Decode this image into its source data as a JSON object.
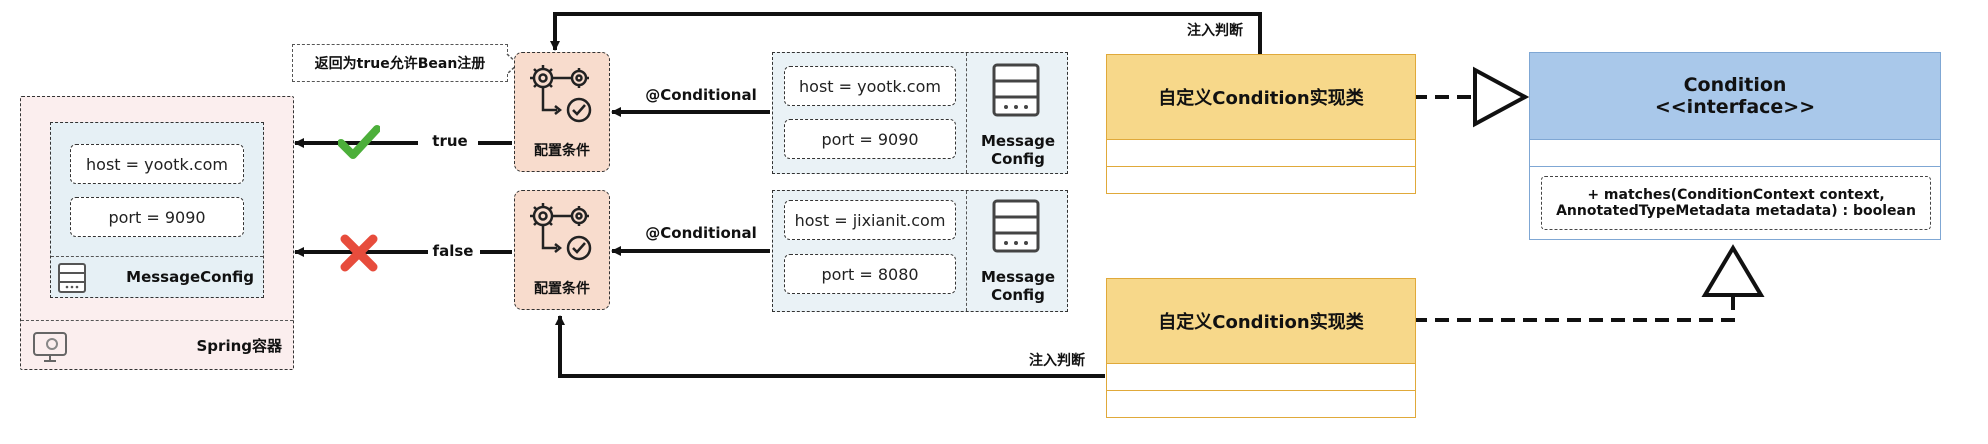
{
  "spring": {
    "container_label": "Spring容器",
    "host": "host = yootk.com",
    "port": "port = 9090",
    "bean_label": "MessageConfig"
  },
  "callout": "返回为true允许Bean注册",
  "cond_top": {
    "label": "配置条件",
    "result": "true"
  },
  "cond_bottom": {
    "label": "配置条件",
    "result": "false"
  },
  "annotation_top": "@Conditional",
  "annotation_bottom": "@Conditional",
  "config_top": {
    "host": "host = yootk.com",
    "port": "port = 9090",
    "title_line1": "Message",
    "title_line2": "Config"
  },
  "config_bottom": {
    "host": "host = jixianit.com",
    "port": "port = 8080",
    "title_line1": "Message",
    "title_line2": "Config"
  },
  "impl_top": "自定义Condition实现类",
  "impl_bottom": "自定义Condition实现类",
  "inject_top": "注入判断",
  "inject_bottom": "注入判断",
  "interface": {
    "name": "Condition",
    "stereotype": "<<interface>>",
    "method_line1": "+ matches(ConditionContext context,",
    "method_line2": "AnnotatedTypeMetadata metadata) : boolean"
  },
  "colors": {
    "spring_bg": "#fbeeee",
    "bean_bg": "#e6f0f5",
    "cond_bg": "#f8dccd",
    "impl_bg": "#f7d88a",
    "iface_bg": "#a9c8ea",
    "check": "#4caf3a",
    "cross": "#e74c3c"
  }
}
